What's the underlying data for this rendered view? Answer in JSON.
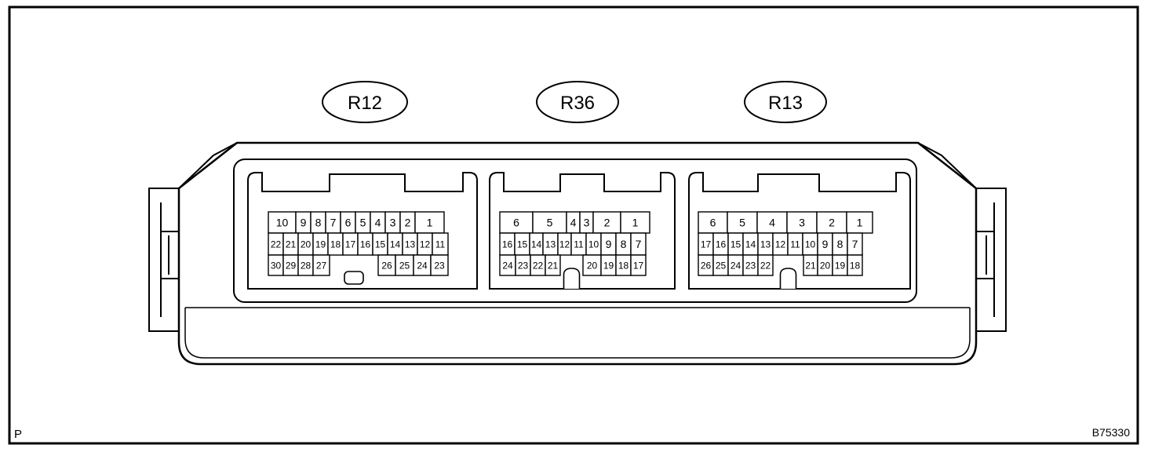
{
  "figure_code": "B75330",
  "corner_mark": "P",
  "connectors": [
    {
      "label": "R12",
      "rows": [
        [
          "10",
          "9",
          "8",
          "7",
          "6",
          "5",
          "4",
          "3",
          "2",
          "1"
        ],
        [
          "22",
          "21",
          "20",
          "19",
          "18",
          "17",
          "16",
          "15",
          "14",
          "13",
          "12",
          "11"
        ],
        [
          "30",
          "29",
          "28",
          "27",
          "26",
          "25",
          "24",
          "23"
        ]
      ]
    },
    {
      "label": "R36",
      "rows": [
        [
          "6",
          "5",
          "4",
          "3",
          "2",
          "1"
        ],
        [
          "16",
          "15",
          "14",
          "13",
          "12",
          "11",
          "10",
          "9",
          "8",
          "7"
        ],
        [
          "24",
          "23",
          "22",
          "21",
          "20",
          "19",
          "18",
          "17"
        ]
      ]
    },
    {
      "label": "R13",
      "rows": [
        [
          "6",
          "5",
          "4",
          "3",
          "2",
          "1"
        ],
        [
          "17",
          "16",
          "15",
          "14",
          "13",
          "12",
          "11",
          "10",
          "9",
          "8",
          "7"
        ],
        [
          "26",
          "25",
          "24",
          "23",
          "22",
          "21",
          "20",
          "19",
          "18"
        ]
      ]
    }
  ]
}
